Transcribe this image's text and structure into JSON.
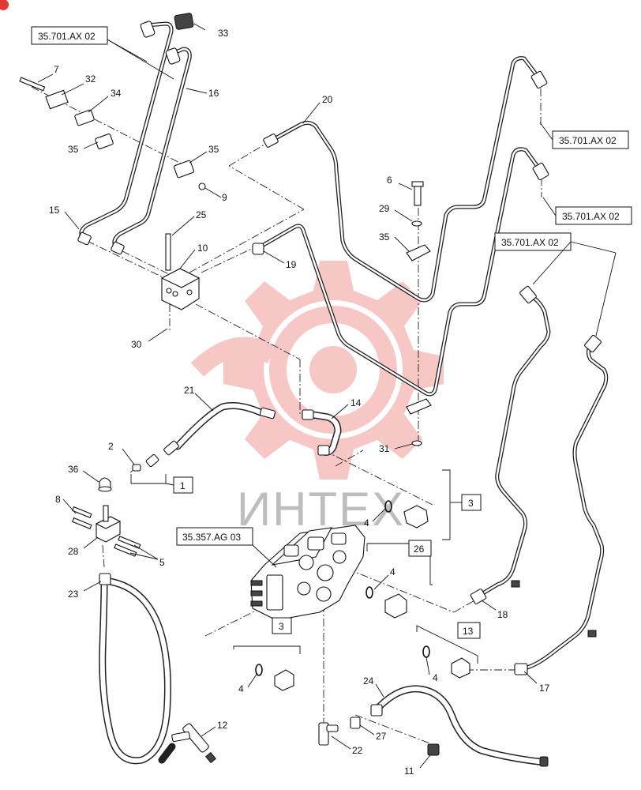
{
  "watermark": {
    "text": "ИНТЕХ",
    "color": "#e53935"
  },
  "ref_boxes": [
    "35.701.AX 02",
    "35.701.AX 02",
    "35.701.AX 02",
    "35.701.AX 02",
    "35.357.AG 03"
  ],
  "group_boxes": [
    "1",
    "3",
    "26",
    "3",
    "13"
  ],
  "callouts": [
    "33",
    "7",
    "32",
    "34",
    "16",
    "35",
    "35",
    "9",
    "15",
    "25",
    "10",
    "30",
    "20",
    "6",
    "29",
    "35",
    "19",
    "14",
    "31",
    "21",
    "2",
    "36",
    "8",
    "28",
    "5",
    "23",
    "12",
    "4",
    "4",
    "4",
    "4",
    "18",
    "17",
    "24",
    "27",
    "22",
    "11"
  ]
}
